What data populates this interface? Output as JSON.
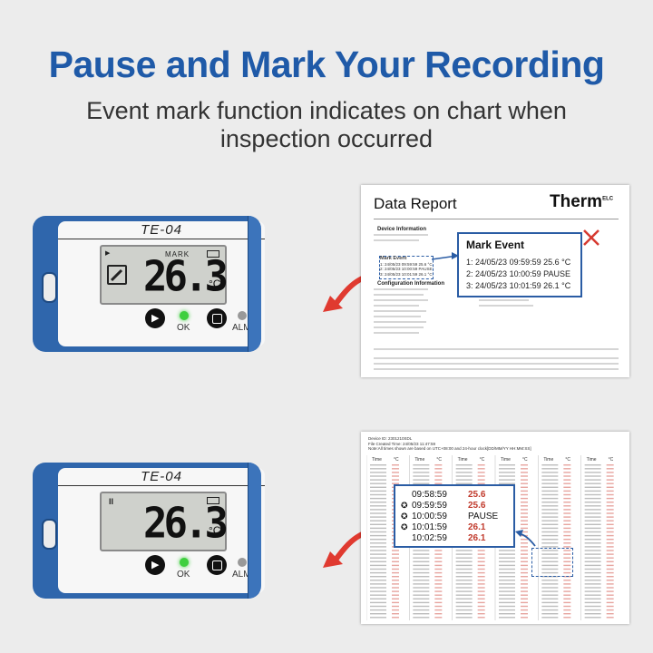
{
  "title": "Pause and Mark Your Recording",
  "subtitle_line1": "Event mark function indicates on chart when",
  "subtitle_line2": "inspection occurred",
  "device_top": {
    "model": "TE-04",
    "temperature": "26.3",
    "unit": "°C",
    "mark_label": "MARK",
    "ok_label": "OK",
    "alm_label": "ALM"
  },
  "device_bottom": {
    "model": "TE-04",
    "temperature": "26.3",
    "unit": "°C",
    "ok_label": "OK",
    "alm_label": "ALM"
  },
  "report": {
    "title": "Data Report",
    "brand": "Therm",
    "brand_sup": "ELC",
    "device_info_heading": "Device Information",
    "mark_event_small": "Mark Event",
    "config_heading": "Configuration Information",
    "small_events": [
      "1: 24/05/23 09:59:59 25.6 °C",
      "2: 24/05/23 10:00:59 PAUSE",
      "3: 24/05/23 10:01:59 26.1 °C"
    ],
    "callout_title": "Mark Event",
    "callout_rows": [
      {
        "idx": "1:",
        "date": "24/05/23",
        "time": "09:59:59",
        "value": "25.6",
        "unit": "°C"
      },
      {
        "idx": "2:",
        "date": "24/05/23",
        "time": "10:00:59",
        "value": "PAUSE",
        "unit": ""
      },
      {
        "idx": "3:",
        "date": "24/05/23",
        "time": "10:01:59",
        "value": "26.1",
        "unit": "°C"
      }
    ]
  },
  "log": {
    "header_lines": [
      "Device ID: 2301210SDL",
      "File Created Time: 24/05/23 11:47:59",
      "Note:All times shown are based on UTC+08:00 and 24-hour clock[DD/MM/YY HH:MM:SS]"
    ],
    "col_time": "Time",
    "col_unit": "°C",
    "callout_rows": [
      {
        "mark": false,
        "time": "09:58:59",
        "value": "25.6"
      },
      {
        "mark": true,
        "time": "09:59:59",
        "value": "25.6"
      },
      {
        "mark": true,
        "time": "10:00:59",
        "value": "PAUSE"
      },
      {
        "mark": true,
        "time": "10:01:59",
        "value": "26.1"
      },
      {
        "mark": false,
        "time": "10:02:59",
        "value": "26.1"
      }
    ]
  },
  "colors": {
    "title_blue": "#1f5aa8",
    "device_blue": "#2f66ac",
    "callout_border": "#2a5ca4",
    "arrow_red": "#e03a30",
    "led_green": "#3ecf3e",
    "value_red": "#c0392b"
  }
}
